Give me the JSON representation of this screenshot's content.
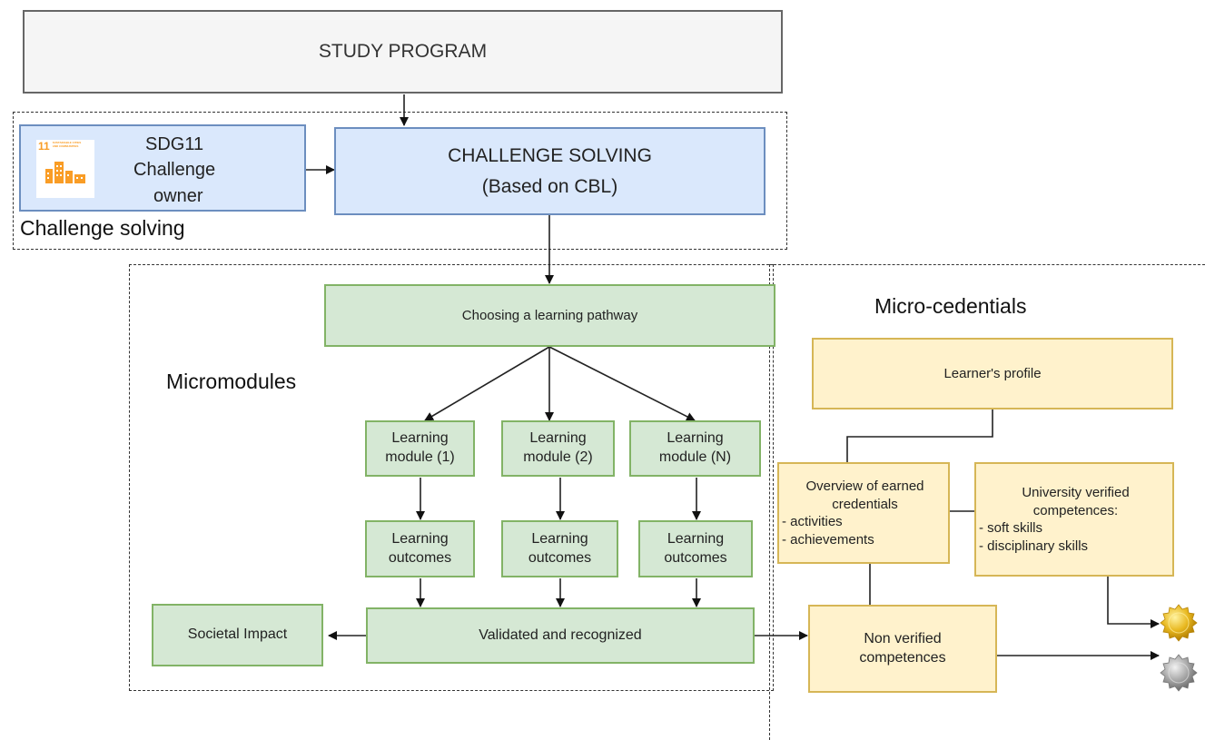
{
  "study_program": "STUDY PROGRAM",
  "challenge_group": {
    "label": "Challenge solving",
    "owner": {
      "title": "SDG11",
      "line2": "Challenge",
      "line3": "owner"
    },
    "sdg_icon": {
      "number": "11",
      "caption": "SUSTAINABLE CITIES AND COMMUNITIES"
    },
    "solving": {
      "line1": "CHALLENGE SOLVING",
      "line2": "(Based on CBL)"
    }
  },
  "micromodules": {
    "label": "Micromodules",
    "pathway": "Choosing a learning pathway",
    "modules": [
      {
        "line1": "Learning",
        "line2": "module (1)"
      },
      {
        "line1": "Learning",
        "line2": "module (2)"
      },
      {
        "line1": "Learning",
        "line2": "module (N)"
      }
    ],
    "outcomes": [
      {
        "line1": "Learning",
        "line2": "outcomes"
      },
      {
        "line1": "Learning",
        "line2": "outcomes"
      },
      {
        "line1": "Learning",
        "line2": "outcomes"
      }
    ],
    "validated": "Validated and recognized",
    "societal": "Societal Impact"
  },
  "microcredentials": {
    "label": "Micro-cedentials",
    "profile": "Learner's profile",
    "overview": {
      "line1": "Overview of earned",
      "line2": "credentials",
      "items": [
        "- activities",
        "- achievements"
      ]
    },
    "verified": {
      "line1": "University verified",
      "line2": "competences:",
      "items": [
        "- soft skills",
        "- disciplinary skills"
      ]
    },
    "nonverified": {
      "line1": "Non verified",
      "line2": "competences"
    }
  },
  "colors": {
    "gray_fill": "#f5f5f5",
    "blue_fill": "#dae8fc",
    "green_fill": "#d5e8d4",
    "yellow_fill": "#fff2cc",
    "gold_badge": "#e0b020",
    "silver_badge": "#9a9a9a",
    "sdg_orange": "#f99d26"
  }
}
